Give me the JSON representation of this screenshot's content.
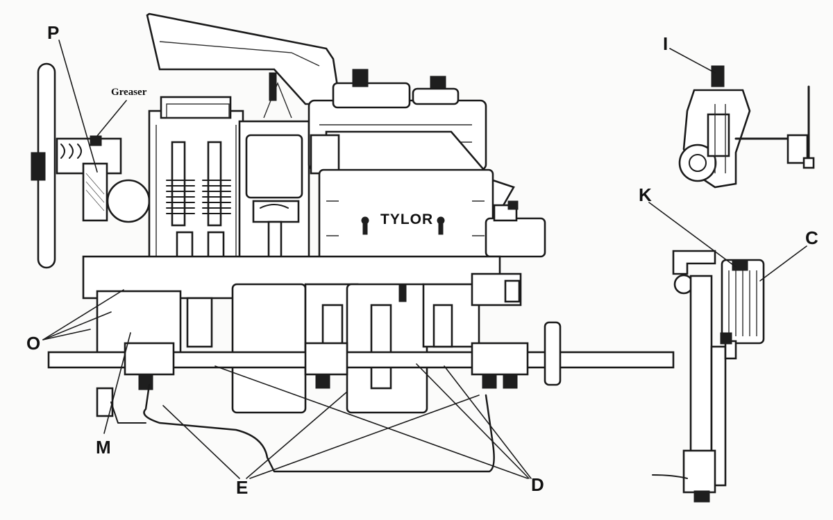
{
  "labels": {
    "P": "P",
    "greaser": "Greaser",
    "I": "I",
    "K": "K",
    "C": "C",
    "O": "O",
    "M": "M",
    "E": "E",
    "D": "D",
    "brand": "TYLOR"
  },
  "colors": {
    "ink": "#1a1a1a",
    "paper": "#fbfbfa"
  }
}
